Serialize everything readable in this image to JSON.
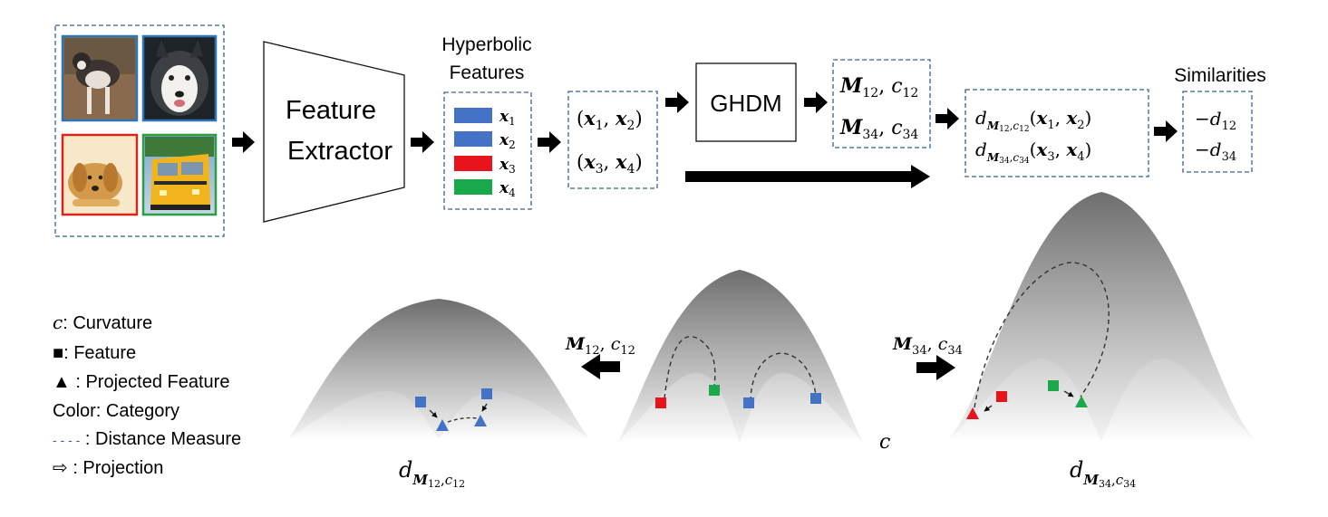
{
  "pipeline": {
    "feature_extractor": {
      "line1": "Feature",
      "line2": "Extractor"
    },
    "hyperbolic_features": {
      "title_line1": "Hyperbolic",
      "title_line2": "Features",
      "items": [
        {
          "label": "x",
          "sub": "1",
          "color": "#4472c4"
        },
        {
          "label": "x",
          "sub": "2",
          "color": "#4472c4"
        },
        {
          "label": "x",
          "sub": "3",
          "color": "#e8141b"
        },
        {
          "label": "x",
          "sub": "4",
          "color": "#19a84a"
        }
      ]
    },
    "pairs": {
      "pair1": {
        "open": "(",
        "a": "x",
        "a_sub": "1",
        "comma": ", ",
        "b": "x",
        "b_sub": "2",
        "close": ")"
      },
      "pair2": {
        "open": "(",
        "a": "x",
        "a_sub": "3",
        "comma": ", ",
        "b": "x",
        "b_sub": "4",
        "close": ")"
      }
    },
    "ghdm": {
      "label": "GHDM"
    },
    "params": {
      "row1": {
        "m": "M",
        "m_sub": "12",
        "sep": ", ",
        "c": "c",
        "c_sub": "12"
      },
      "row2": {
        "m": "M",
        "m_sub": "34",
        "sep": ", ",
        "c": "c",
        "c_sub": "34"
      }
    },
    "distances": {
      "row1": {
        "d": "d",
        "m": "M",
        "m_sub": "12",
        "sep": ",",
        "c": "c",
        "c_sub": "12",
        "open": "(",
        "a": "x",
        "a_sub": "1",
        "comma": ", ",
        "b": "x",
        "b_sub": "2",
        "close": ")"
      },
      "row2": {
        "d": "d",
        "m": "M",
        "m_sub": "34",
        "sep": ",",
        "c": "c",
        "c_sub": "34",
        "open": "(",
        "a": "x",
        "a_sub": "3",
        "comma": ", ",
        "b": "x",
        "b_sub": "4",
        "close": ")"
      }
    },
    "similarities": {
      "title": "Similarities",
      "row1": {
        "minus": "−",
        "d": "d",
        "sub": "12"
      },
      "row2": {
        "minus": "−",
        "d": "d",
        "sub": "34"
      }
    }
  },
  "images": [
    {
      "name": "husky-photo",
      "frame_color": "#2e75b6"
    },
    {
      "name": "malamute-photo",
      "frame_color": "#2e75b6"
    },
    {
      "name": "golden-retriever-photo",
      "frame_color": "#d9261c"
    },
    {
      "name": "school-bus-photo",
      "frame_color": "#2e9e44"
    }
  ],
  "legend": {
    "curvature": {
      "symbol": "c",
      "text": ": Curvature"
    },
    "feature": {
      "symbol": "■",
      "text": ": Feature"
    },
    "projected": {
      "symbol": "▲",
      "text": " : Projected Feature"
    },
    "category": {
      "text": "Color: Category"
    },
    "distance": {
      "symbol": "- - - -",
      "text": " : Distance Measure"
    },
    "projection": {
      "symbol": "⇨",
      "text": " : Projection"
    }
  },
  "bottom": {
    "left_arrow_label": {
      "m": "M",
      "m_sub": "12",
      "sep": ", ",
      "c": "c",
      "c_sub": "12"
    },
    "right_arrow_label": {
      "m": "M",
      "m_sub": "34",
      "sep": ", ",
      "c": "c",
      "c_sub": "34"
    },
    "center_c": "c",
    "left_d": {
      "d": "d",
      "m": "M",
      "m_sub": "12",
      "sep": ",",
      "c": "c",
      "c_sub": "12"
    },
    "right_d": {
      "d": "d",
      "m": "M",
      "m_sub": "34",
      "sep": ",",
      "c": "c",
      "c_sub": "34"
    }
  },
  "colors": {
    "blue": "#4472c4",
    "red": "#e8141b",
    "green": "#19a84a",
    "box_dash": "#3a5f9a"
  }
}
